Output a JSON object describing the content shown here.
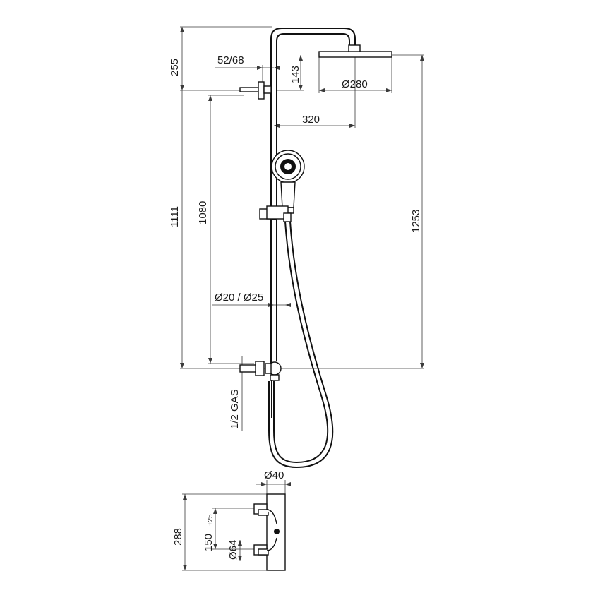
{
  "dimensions": {
    "top_height": "255",
    "arm_offset": "52/68",
    "head_drop": "143",
    "head_diameter": "Ø280",
    "arm_reach": "320",
    "total_height": "1111",
    "riser_height": "1080",
    "riser_height_to_head": "1253",
    "tube_diameter": "Ø20 / Ø25",
    "inlet_thread": "1/2 GAS",
    "body_diameter": "Ø40",
    "body_height": "288",
    "inlet_spacing": "150",
    "inlet_tolerance": "±25",
    "cover_diameter": "Ø64"
  },
  "colors": {
    "line": "#111111",
    "dimension_line": "#3a3a3a",
    "background": "#ffffff"
  }
}
